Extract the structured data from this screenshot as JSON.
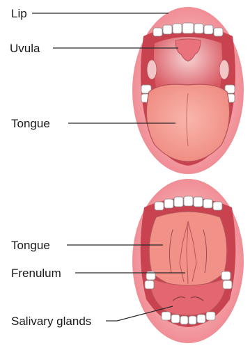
{
  "labels": {
    "lip": "Lip",
    "uvula": "Uvula",
    "tongue_top": "Tongue",
    "tongue_bottom": "Tongue",
    "frenulum": "Frenulum",
    "salivary_glands": "Salivary glands"
  },
  "colors": {
    "lip": "#f2949a",
    "lip_inner": "#ee8088",
    "cavity": "#c8434f",
    "tongue": "#f59c92",
    "tongue_outline": "#b8545a",
    "teeth": "#ffffff",
    "teeth_outline": "#8a8a8a",
    "leader_line": "#2a2a2a"
  }
}
